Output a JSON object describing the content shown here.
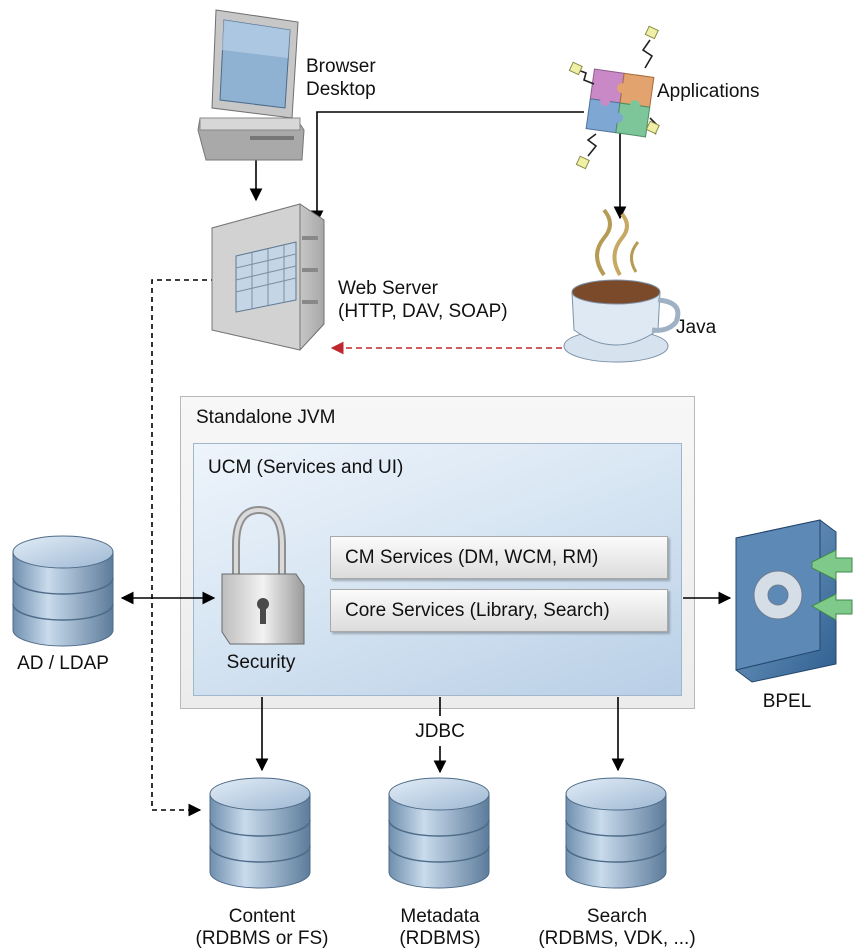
{
  "nodes": {
    "browser": {
      "label_line1": "Browser",
      "label_line2": "Desktop"
    },
    "applications": {
      "label": "Applications"
    },
    "web_server": {
      "label_line1": "Web Server",
      "label_line2": "(HTTP, DAV, SOAP)"
    },
    "java": {
      "label": "Java"
    },
    "jvm": {
      "label": "Standalone JVM"
    },
    "ucm": {
      "label": "UCM (Services and UI)"
    },
    "cm_services": {
      "label": "CM Services (DM, WCM, RM)"
    },
    "core_services": {
      "label": "Core Services (Library, Search)"
    },
    "security": {
      "label": "Security"
    },
    "ldap": {
      "label": "AD / LDAP"
    },
    "bpel": {
      "label": "BPEL"
    },
    "jdbc": {
      "label": "JDBC"
    },
    "content_db": {
      "label_line1": "Content",
      "label_line2": "(RDBMS or FS)"
    },
    "metadata_db": {
      "label_line1": "Metadata",
      "label_line2": "(RDBMS)"
    },
    "search_db": {
      "label_line1": "Search",
      "label_line2": "(RDBMS, VDK, ...)"
    }
  },
  "colors": {
    "arrow": "#000000",
    "java_dashed_arrow": "#c0282d",
    "db_blue": "#8fb0cf",
    "ucm_fill": "#cfdfee"
  }
}
